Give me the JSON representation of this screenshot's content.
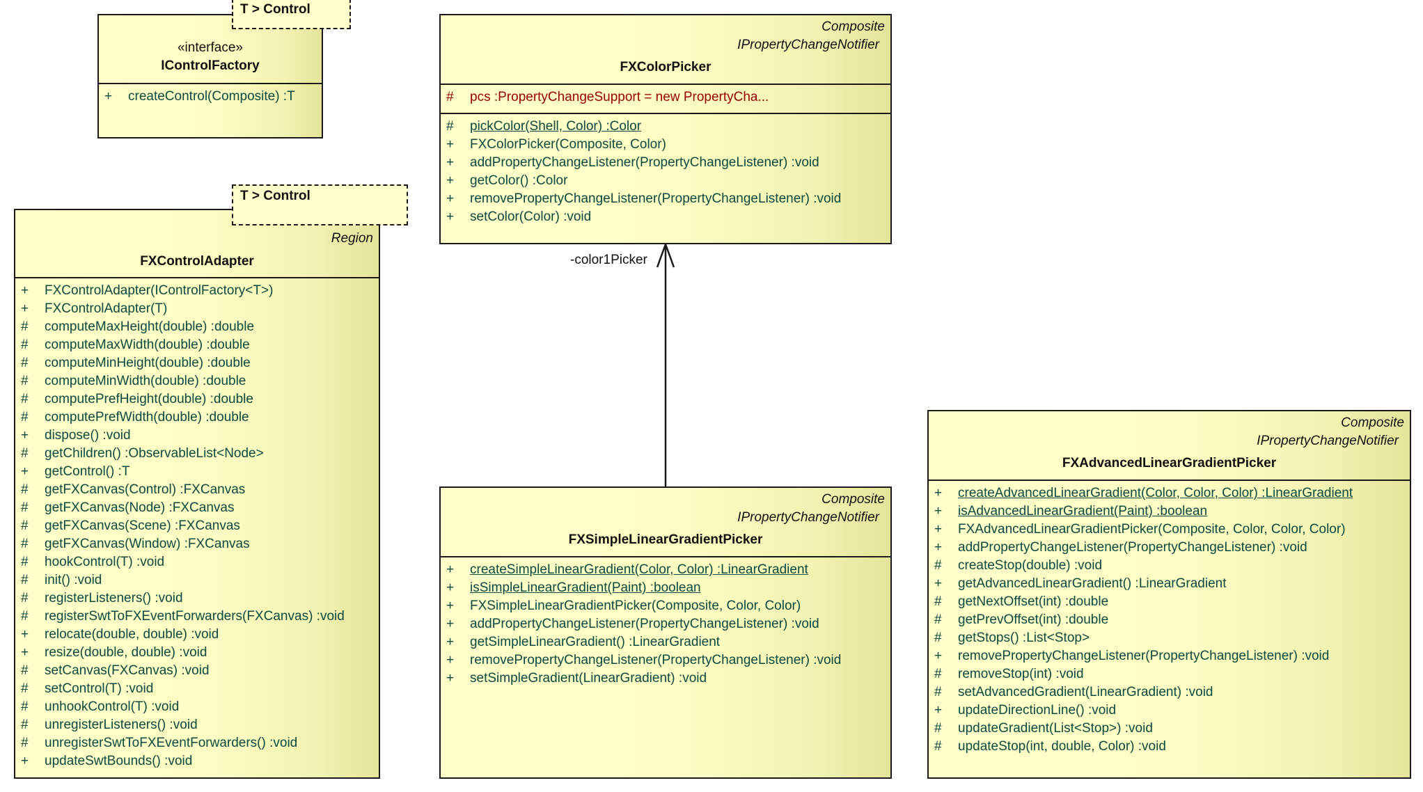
{
  "classes": {
    "icontrolfactory": {
      "stereotypes": [
        "«interface»"
      ],
      "name": "IControlFactory",
      "template": "T > Control",
      "attributes": [],
      "operations": [
        {
          "vis": "+",
          "text": "createControl(Composite)  :T",
          "static": false
        }
      ]
    },
    "fxcontroladapter": {
      "stereotypes": [
        "Region"
      ],
      "name": "FXControlAdapter",
      "template": "T > Control",
      "attributes": [],
      "operations": [
        {
          "vis": "+",
          "text": "FXControlAdapter(IControlFactory<T>)",
          "static": false
        },
        {
          "vis": "+",
          "text": "FXControlAdapter(T)",
          "static": false
        },
        {
          "vis": "#",
          "text": "computeMaxHeight(double)  :double",
          "static": false
        },
        {
          "vis": "#",
          "text": "computeMaxWidth(double)  :double",
          "static": false
        },
        {
          "vis": "#",
          "text": "computeMinHeight(double)  :double",
          "static": false
        },
        {
          "vis": "#",
          "text": "computeMinWidth(double)  :double",
          "static": false
        },
        {
          "vis": "#",
          "text": "computePrefHeight(double)  :double",
          "static": false
        },
        {
          "vis": "#",
          "text": "computePrefWidth(double)  :double",
          "static": false
        },
        {
          "vis": "+",
          "text": "dispose()  :void",
          "static": false
        },
        {
          "vis": "#",
          "text": "getChildren()  :ObservableList<Node>",
          "static": false
        },
        {
          "vis": "+",
          "text": "getControl()  :T",
          "static": false
        },
        {
          "vis": "#",
          "text": "getFXCanvas(Control)  :FXCanvas",
          "static": false
        },
        {
          "vis": "#",
          "text": "getFXCanvas(Node)  :FXCanvas",
          "static": false
        },
        {
          "vis": "#",
          "text": "getFXCanvas(Scene)  :FXCanvas",
          "static": false
        },
        {
          "vis": "#",
          "text": "getFXCanvas(Window)  :FXCanvas",
          "static": false
        },
        {
          "vis": "#",
          "text": "hookControl(T)  :void",
          "static": false
        },
        {
          "vis": "#",
          "text": "init()  :void",
          "static": false
        },
        {
          "vis": "#",
          "text": "registerListeners()  :void",
          "static": false
        },
        {
          "vis": "#",
          "text": "registerSwtToFXEventForwarders(FXCanvas)  :void",
          "static": false
        },
        {
          "vis": "+",
          "text": "relocate(double, double)  :void",
          "static": false
        },
        {
          "vis": "+",
          "text": "resize(double, double)  :void",
          "static": false
        },
        {
          "vis": "#",
          "text": "setCanvas(FXCanvas)  :void",
          "static": false
        },
        {
          "vis": "#",
          "text": "setControl(T)  :void",
          "static": false
        },
        {
          "vis": "#",
          "text": "unhookControl(T)  :void",
          "static": false
        },
        {
          "vis": "#",
          "text": "unregisterListeners()  :void",
          "static": false
        },
        {
          "vis": "#",
          "text": "unregisterSwtToFXEventForwarders()  :void",
          "static": false
        },
        {
          "vis": "+",
          "text": "updateSwtBounds()  :void",
          "static": false
        }
      ]
    },
    "fxcolorpicker": {
      "stereotypes": [
        "Composite",
        "IPropertyChangeNotifier"
      ],
      "name": "FXColorPicker",
      "attributes": [
        {
          "vis": "#",
          "text": "pcs  :PropertyChangeSupport = new PropertyCha...",
          "static": false
        }
      ],
      "operations": [
        {
          "vis": "#",
          "text": "pickColor(Shell, Color)  :Color",
          "static": true
        },
        {
          "vis": "+",
          "text": "FXColorPicker(Composite, Color)",
          "static": false
        },
        {
          "vis": "+",
          "text": "addPropertyChangeListener(PropertyChangeListener)  :void",
          "static": false
        },
        {
          "vis": "+",
          "text": "getColor()  :Color",
          "static": false
        },
        {
          "vis": "+",
          "text": "removePropertyChangeListener(PropertyChangeListener)  :void",
          "static": false
        },
        {
          "vis": "+",
          "text": "setColor(Color)  :void",
          "static": false
        }
      ]
    },
    "fxsimplelineargradientpicker": {
      "stereotypes": [
        "Composite",
        "IPropertyChangeNotifier"
      ],
      "name": "FXSimpleLinearGradientPicker",
      "attributes": [],
      "operations": [
        {
          "vis": "+",
          "text": "createSimpleLinearGradient(Color, Color)  :LinearGradient",
          "static": true
        },
        {
          "vis": "+",
          "text": "isSimpleLinearGradient(Paint)  :boolean",
          "static": true
        },
        {
          "vis": "+",
          "text": "FXSimpleLinearGradientPicker(Composite, Color, Color)",
          "static": false
        },
        {
          "vis": "+",
          "text": "addPropertyChangeListener(PropertyChangeListener)  :void",
          "static": false
        },
        {
          "vis": "+",
          "text": "getSimpleLinearGradient()  :LinearGradient",
          "static": false
        },
        {
          "vis": "+",
          "text": "removePropertyChangeListener(PropertyChangeListener)  :void",
          "static": false
        },
        {
          "vis": "+",
          "text": "setSimpleGradient(LinearGradient)  :void",
          "static": false
        }
      ]
    },
    "fxadvancedlineargradientpicker": {
      "stereotypes": [
        "Composite",
        "IPropertyChangeNotifier"
      ],
      "name": "FXAdvancedLinearGradientPicker",
      "attributes": [],
      "operations": [
        {
          "vis": "+",
          "text": "createAdvancedLinearGradient(Color, Color, Color)  :LinearGradient",
          "static": true
        },
        {
          "vis": "+",
          "text": "isAdvancedLinearGradient(Paint)  :boolean",
          "static": true
        },
        {
          "vis": "+",
          "text": "FXAdvancedLinearGradientPicker(Composite, Color, Color, Color)",
          "static": false
        },
        {
          "vis": "+",
          "text": "addPropertyChangeListener(PropertyChangeListener)  :void",
          "static": false
        },
        {
          "vis": "#",
          "text": "createStop(double)  :void",
          "static": false
        },
        {
          "vis": "+",
          "text": "getAdvancedLinearGradient()  :LinearGradient",
          "static": false
        },
        {
          "vis": "#",
          "text": "getNextOffset(int)  :double",
          "static": false
        },
        {
          "vis": "#",
          "text": "getPrevOffset(int)  :double",
          "static": false
        },
        {
          "vis": "#",
          "text": "getStops()  :List<Stop>",
          "static": false
        },
        {
          "vis": "+",
          "text": "removePropertyChangeListener(PropertyChangeListener)  :void",
          "static": false
        },
        {
          "vis": "#",
          "text": "removeStop(int)  :void",
          "static": false
        },
        {
          "vis": "#",
          "text": "setAdvancedGradient(LinearGradient)  :void",
          "static": false
        },
        {
          "vis": "+",
          "text": "updateDirectionLine()  :void",
          "static": false
        },
        {
          "vis": "#",
          "text": "updateGradient(List<Stop>)  :void",
          "static": false
        },
        {
          "vis": "#",
          "text": "updateStop(int, double, Color)  :void",
          "static": false
        }
      ]
    }
  },
  "associations": [
    {
      "from": "FXSimpleLinearGradientPicker",
      "to": "FXColorPicker",
      "role": "-color1Picker",
      "navigable": true
    }
  ],
  "colors": {
    "class_fill_light": "#ffffca",
    "class_fill_dark": "#e4e49a",
    "member_text": "#0a4a40",
    "attribute_text": "#990000",
    "border": "#1a1a1a"
  }
}
